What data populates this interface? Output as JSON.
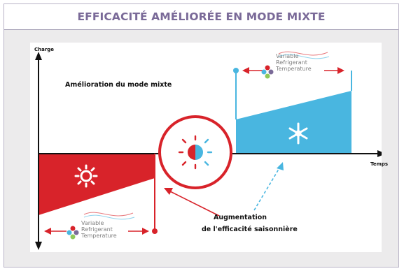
{
  "header": {
    "title": "EFFICACITÉ AMÉLIORÉE EN MODE MIXTE"
  },
  "diagram": {
    "y_axis_label": "Charge",
    "x_axis_label": "Temps",
    "top_label": "Amélioration du mode mixte",
    "annotation_line1": "Augmentation",
    "annotation_line2": "de l'efficacité saisonnière",
    "vrt_top": {
      "line1": "Variable",
      "line2": "Refrigerant",
      "line3": "Temperature"
    },
    "vrt_bottom": {
      "line1": "Variable",
      "line2": "Refrigerant",
      "line3": "Temperature"
    },
    "colors": {
      "heating": "#d8232a",
      "cooling": "#49b6e0",
      "accent": "#7a6a98"
    },
    "icons": [
      "sun-icon",
      "snowflake-icon",
      "mixed-mode-icon",
      "vrt-logo-icon"
    ]
  }
}
